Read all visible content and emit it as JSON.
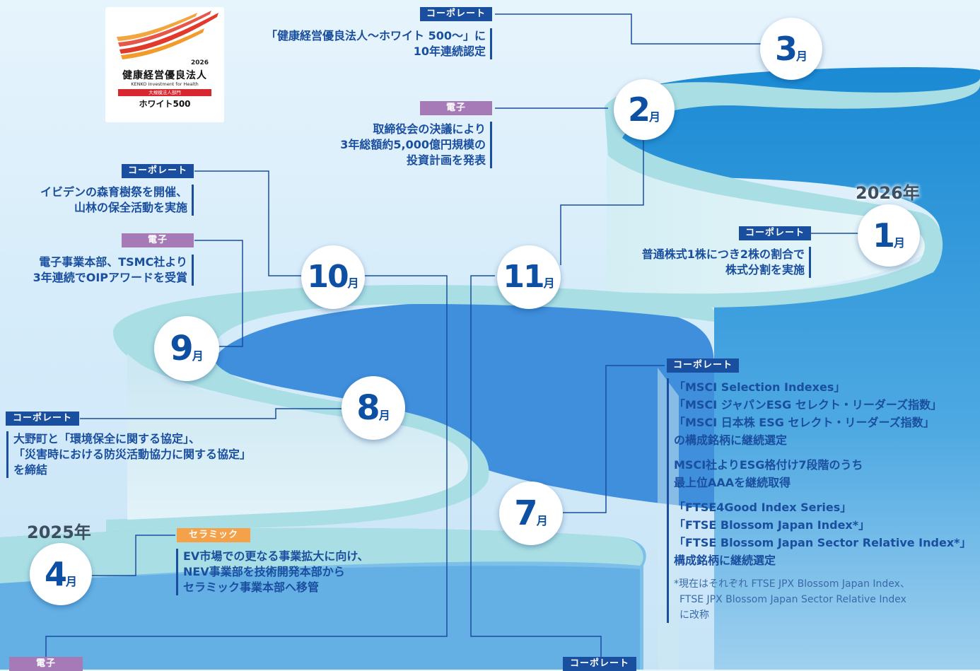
{
  "logo": {
    "year": "2026",
    "title": "健康経営優良法人",
    "subtitle": "KENKO Investment for Health",
    "band": "大規模法人部門",
    "white": "ホワイト500"
  },
  "years": {
    "y2025": "2025年",
    "y2026": "2026年"
  },
  "month_unit": "月",
  "months": {
    "m4": "4",
    "m7": "7",
    "m8": "8",
    "m9": "9",
    "m10": "10",
    "m11": "11",
    "m1": "1",
    "m2": "2",
    "m3": "3"
  },
  "tags": {
    "corporate": "コーポレート",
    "electronics": "電子",
    "ceramic": "セラミック"
  },
  "events": {
    "mar": [
      "「健康経営優良法人～ホワイト 500～」に",
      "10年連続認定"
    ],
    "feb": [
      "取締役会の決議により",
      "3年総額約5,000億円規模の",
      "投資計画を発表"
    ],
    "oct": [
      "イビデンの森育樹祭を開催、",
      "山林の保全活動を実施"
    ],
    "sep": [
      "電子事業本部、TSMC社より",
      "3年連続でOIPアワードを受賞"
    ],
    "jan": [
      "普通株式1株につき2株の割合で",
      "株式分割を実施"
    ],
    "aug": [
      "大野町と「環境保全に関する協定」、",
      "「災害時における防災活動協力に関する協定」",
      "を締結"
    ],
    "apr": [
      "EV市場での更なる事業拡大に向け、",
      "NEV事業部を技術開発本部から",
      "セラミック事業本部へ移管"
    ],
    "jul_a": [
      "「MSCI Selection Indexes」",
      "「MSCI ジャパンESG セレクト・リーダーズ指数」",
      "「MSCI 日本株 ESG セレクト・リーダーズ指数」",
      "の構成銘柄に継続選定"
    ],
    "jul_b": [
      "MSCI社よりESG格付け7段階のうち",
      "最上位AAAを継続取得"
    ],
    "jul_c": [
      "「FTSE4Good Index Series」",
      "「FTSE Blossom Japan Index*」",
      "「FTSE Blossom Japan Sector Relative Index*」",
      "構成銘柄に継続選定"
    ],
    "jul_note": [
      "*現在はそれぞれ FTSE JPX Blossom Japan Index、",
      "FTSE JPX Blossom Japan Sector Relative Index",
      "に改称"
    ]
  },
  "colors": {
    "corporate": "#1a4e9e",
    "electronics": "#a67ab7",
    "ceramic": "#f4a14a",
    "ribbon_light": "#a9dfe4",
    "ribbon_deep": "#1f8fd6",
    "text_blue": "#1a4e9e"
  }
}
